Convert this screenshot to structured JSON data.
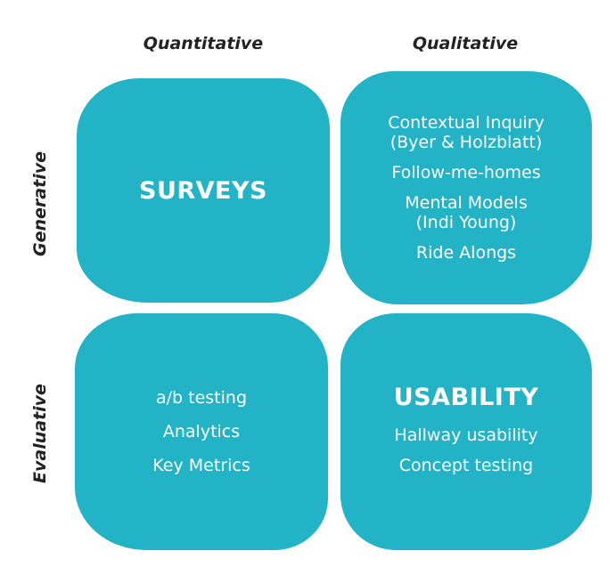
{
  "columns": {
    "quantitative": "Quantitative",
    "qualitative": "Qualitative"
  },
  "rows": {
    "generative": "Generative",
    "evaluative": "Evaluative"
  },
  "quadrants": {
    "generative_quantitative": {
      "title": "SURVEYS"
    },
    "generative_qualitative": {
      "items": [
        {
          "line1": "Contextual Inquiry",
          "line2": "(Byer & Holzblatt)"
        },
        {
          "line1": "Follow-me-homes"
        },
        {
          "line1": "Mental Models",
          "line2": "(Indi Young)"
        },
        {
          "line1": "Ride Alongs"
        }
      ]
    },
    "evaluative_quantitative": {
      "items": [
        "a/b testing",
        "Analytics",
        "Key Metrics"
      ]
    },
    "evaluative_qualitative": {
      "title": "USABILITY",
      "items": [
        "Hallway usability",
        "Concept testing"
      ]
    }
  },
  "colors": {
    "card": "#22b3c6",
    "card_text": "#ffffff",
    "header_text": "#222222"
  }
}
